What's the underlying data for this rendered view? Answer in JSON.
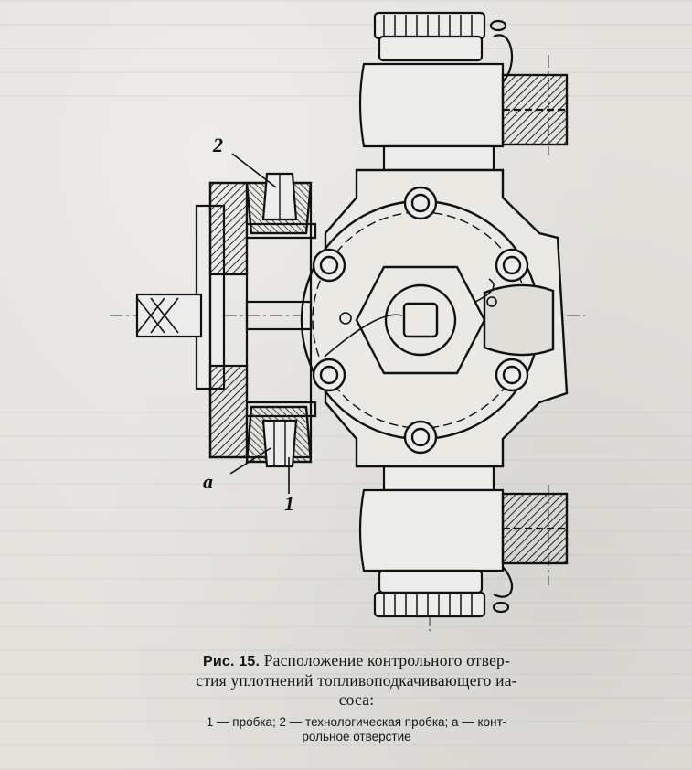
{
  "figure": {
    "callouts": {
      "label_2": "2",
      "label_a": "a",
      "label_1": "1"
    }
  },
  "caption": {
    "figure_number": "Рис. 15.",
    "title_line_1": "Расположение контрольного отвер-",
    "title_line_2": "стия уплотнений топливоподкачивающего иа-",
    "title_line_3": "соса:",
    "legend_line_1": "1 — пробка; 2 — технологическая пробка; a — конт-",
    "legend_line_2": "рольное отверстие"
  }
}
